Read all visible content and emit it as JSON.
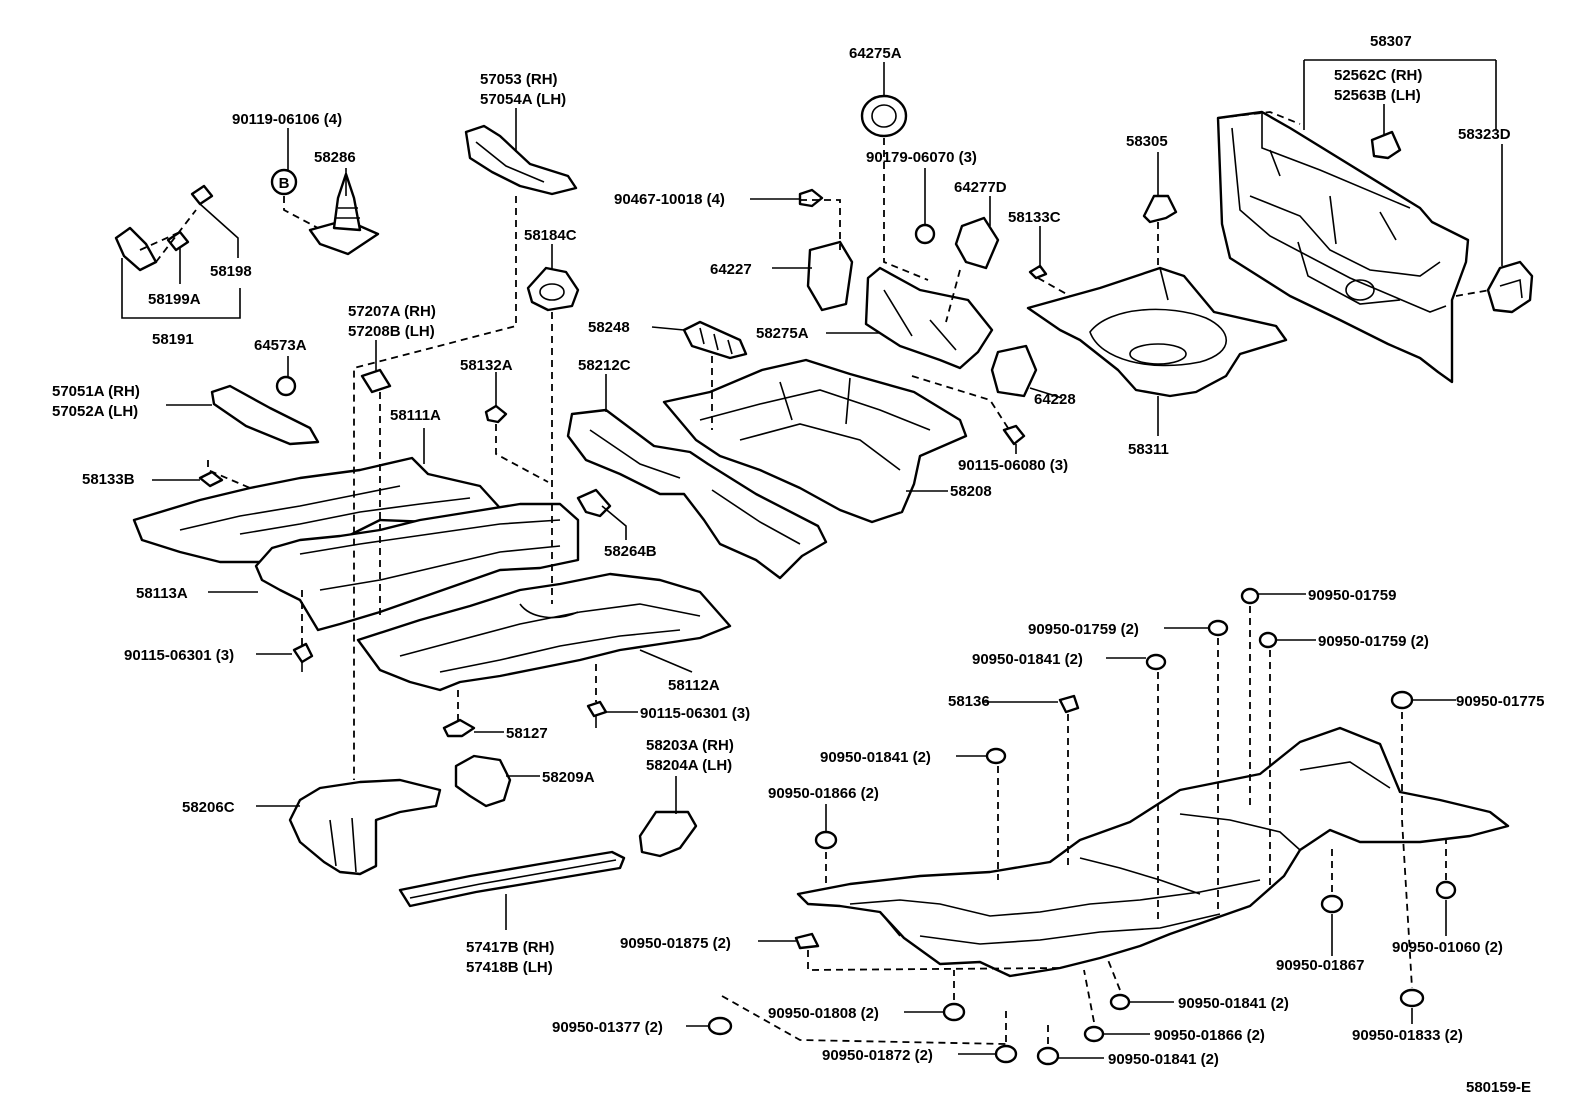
{
  "diagram": {
    "drawing_code": "580159-E",
    "callout_symbol": "B",
    "labels": {
      "l_58307": "58307",
      "l_52562c": "52562C (RH)",
      "l_52563b": "52563B (LH)",
      "l_58323d": "58323D",
      "l_64275a": "64275A",
      "l_57053": "57053   (RH)",
      "l_57054a": "57054A (LH)",
      "l_90119": "90119-06106 (4)",
      "l_58286": "58286",
      "l_90179": "90179-06070 (3)",
      "l_58305": "58305",
      "l_64277d": "64277D",
      "l_90467": "90467-10018 (4)",
      "l_58184c": "58184C",
      "l_58133c": "58133C",
      "l_58198": "58198",
      "l_64227": "64227",
      "l_58199a": "58199A",
      "l_58191": "58191",
      "l_58248": "58248",
      "l_58275a": "58275A",
      "l_57207a": "57207A (RH)",
      "l_57208b": "57208B (LH)",
      "l_64573a": "64573A",
      "l_58132a": "58132A",
      "l_58212c": "58212C",
      "l_64228": "64228",
      "l_58311": "58311",
      "l_57051a": "57051A (RH)",
      "l_57052a": "57052A (LH)",
      "l_58111a": "58111A",
      "l_90115_06080": "90115-06080 (3)",
      "l_58133b": "58133B",
      "l_58208": "58208",
      "l_58264b": "58264B",
      "l_58113a": "58113A",
      "l_90950_01759a": "90950-01759",
      "l_90950_01759b": "90950-01759 (2)",
      "l_90950_01759c": "90950-01759 (2)",
      "l_90115_06301a": "90115-06301 (3)",
      "l_90950_01841a": "90950-01841 (2)",
      "l_58112a": "58112A",
      "l_58136": "58136",
      "l_90950_01775": "90950-01775",
      "l_90115_06301b": "90115-06301 (3)",
      "l_58127": "58127",
      "l_58203a": "58203A (RH)",
      "l_58204a": "58204A (LH)",
      "l_90950_01841b": "90950-01841 (2)",
      "l_58209a": "58209A",
      "l_90950_01866a": "90950-01866 (2)",
      "l_58206c": "58206C",
      "l_57417b": "57417B (RH)",
      "l_57418b": "57418B (LH)",
      "l_90950_01875": "90950-01875 (2)",
      "l_90950_01867": "90950-01867",
      "l_90950_01060": "90950-01060 (2)",
      "l_90950_01808": "90950-01808 (2)",
      "l_90950_01841c": "90950-01841 (2)",
      "l_90950_01377": "90950-01377 (2)",
      "l_90950_01866b": "90950-01866 (2)",
      "l_90950_01833": "90950-01833 (2)",
      "l_90950_01872": "90950-01872 (2)",
      "l_90950_01841d": "90950-01841 (2)"
    }
  }
}
